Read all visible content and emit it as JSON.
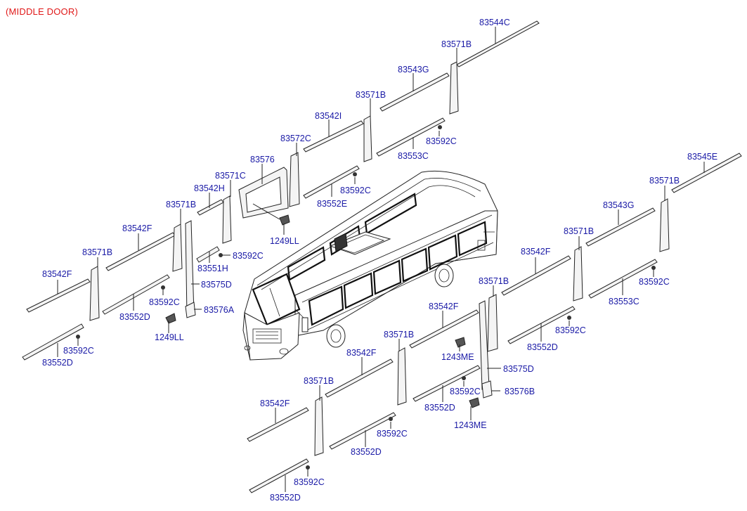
{
  "title": "(MIDDLE DOOR)",
  "colors": {
    "heading": "#e01818",
    "part_label": "#1a1aa6",
    "line_art": "#222222"
  },
  "labels": {
    "p83544C": "83544C",
    "p83571B_top": "83571B",
    "p83543G_top": "83543G",
    "p83571B_2": "83571B",
    "p83592C_a": "83592C",
    "p83553C_top": "83553C",
    "p83542I": "83542I",
    "p83572C": "83572C",
    "p83592C_b": "83592C",
    "p83552E": "83552E",
    "p83576": "83576",
    "p83571C": "83571C",
    "p83542H": "83542H",
    "p1249LL_a": "1249LL",
    "p83571B_3": "83571B",
    "p83592C_c": "83592C",
    "p83551H": "83551H",
    "p83542F_a": "83542F",
    "p83575D_a": "83575D",
    "p83571B_4": "83571B",
    "p83592C_d": "83592C",
    "p83576A": "83576A",
    "p83542F_b": "83542F",
    "p83552D_a": "83552D",
    "p1249LL_b": "1249LL",
    "p83592C_e": "83592C",
    "p83552D_b": "83552D",
    "p83545E": "83545E",
    "p83571B_5": "83571B",
    "p83543G_right": "83543G",
    "p83571B_6": "83571B",
    "p83592C_f": "83592C",
    "p83553C_right": "83553C",
    "p83542F_c": "83542F",
    "p83571B_7": "83571B",
    "p83592C_g": "83592C",
    "p83542F_d": "83542F",
    "p83552D_c": "83552D",
    "p83571B_8": "83571B",
    "p1243ME_a": "1243ME",
    "p83575D_b": "83575D",
    "p83542F_e": "83542F",
    "p83592C_h": "83592C",
    "p83576B": "83576B",
    "p83571B_9": "83571B",
    "p83552D_d": "83552D",
    "p1243ME_b": "1243ME",
    "p83542F_f": "83542F",
    "p83592C_i": "83592C",
    "p83552D_e": "83552D",
    "p83592C_j": "83592C",
    "p83552D_f": "83552D"
  }
}
